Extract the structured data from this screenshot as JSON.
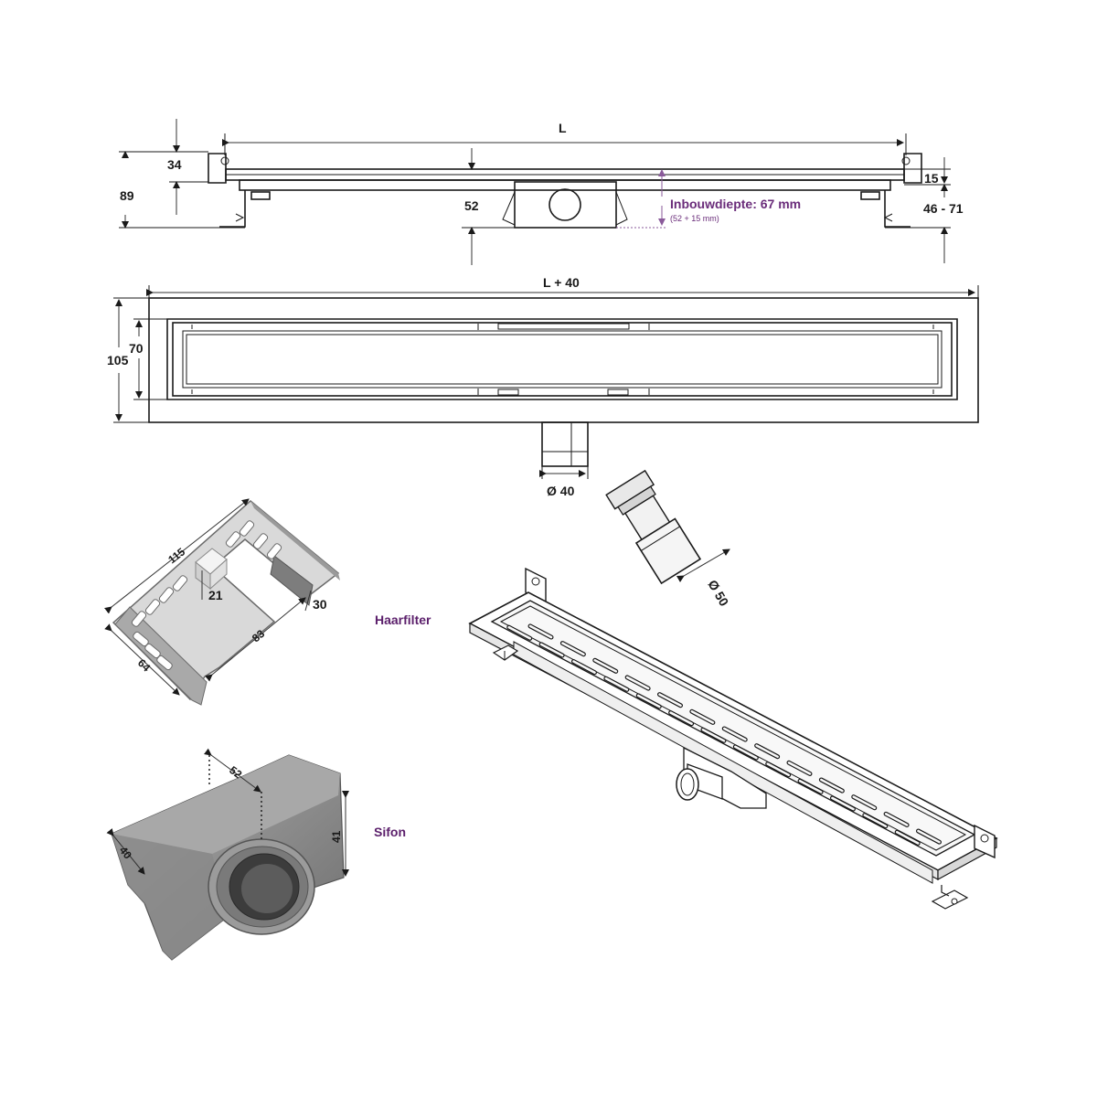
{
  "dimensions": {
    "length": "L",
    "height_total": "89",
    "height_top": "34",
    "drain_height": "52",
    "install_depth": "Inbouwdiepte: 67 mm",
    "install_depth_note": "(52 + 15 mm)",
    "flange": "15",
    "adjust_range": "46 - 71",
    "length_plus": "L + 40",
    "width_outer": "105",
    "width_inner": "70",
    "outlet_diameter": "Ø 40",
    "adapter_diameter": "Ø 50"
  },
  "hair_filter": {
    "title": "Haarfilter",
    "dim_length": "115",
    "dim_depth": "64",
    "dim_inner": "83",
    "dim_height": "21",
    "dim_side": "30"
  },
  "siphon": {
    "title": "Sifon",
    "dim_top": "52",
    "dim_side": "40",
    "dim_height": "41"
  },
  "colors": {
    "accent": "#6a2c7a",
    "line": "#1a1a1a",
    "steel": "#8a8a8a"
  }
}
